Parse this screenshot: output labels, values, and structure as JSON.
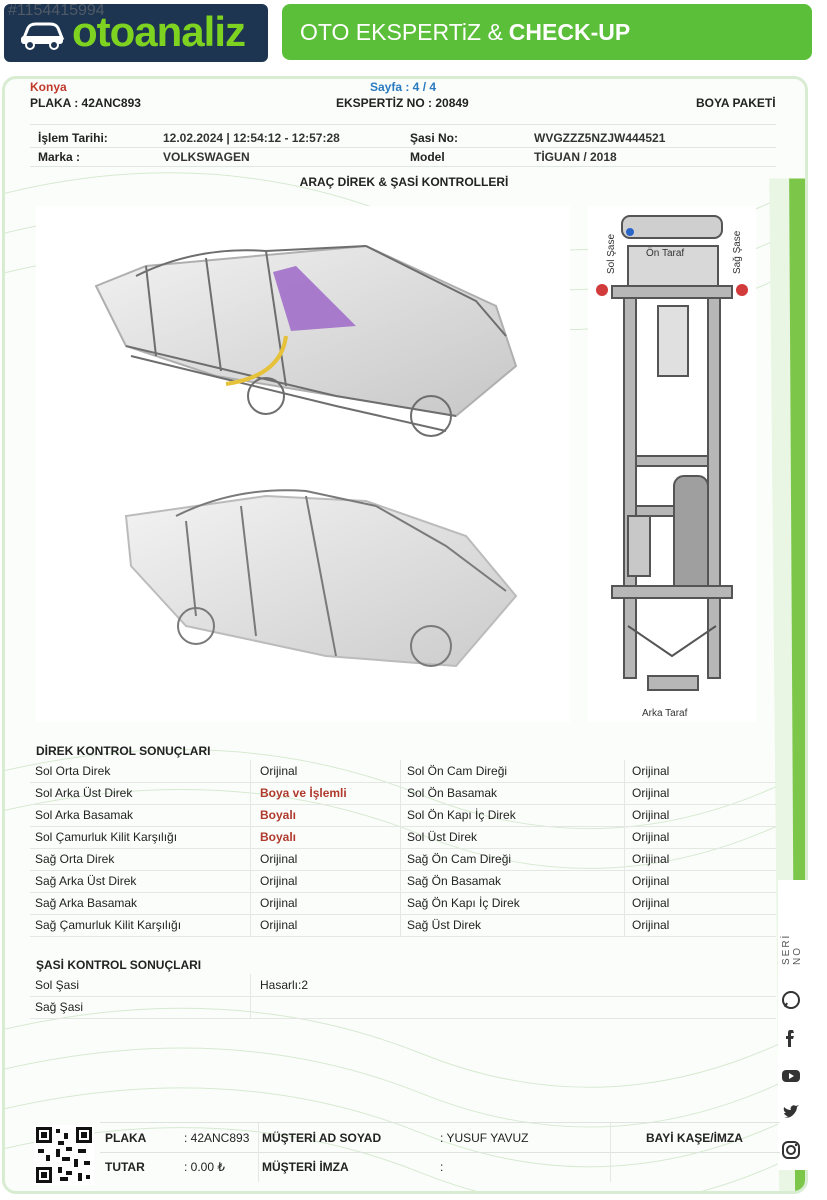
{
  "watermark_id": "#1154415994",
  "brand": {
    "logo_text": "otoanaliz",
    "banner_left": "OTO EKSPERTiZ &",
    "banner_right": "CHECK-UP",
    "color_dark": "#1d3550",
    "color_green": "#5cbf3a"
  },
  "header": {
    "city": "Konya",
    "page": "Sayfa : 4 / 4",
    "plate": "PLAKA : 42ANC893",
    "expertise_no": "EKSPERTİZ NO : 20849",
    "package": "BOYA PAKETİ"
  },
  "info": {
    "date_label": "İşlem Tarihi:",
    "date_value": "12.02.2024 | 12:54:12 - 12:57:28",
    "chassis_label": "Şasi No:",
    "chassis_value": "WVGZZZ5NZJW444521",
    "brand_label": "Marka :",
    "brand_value": "VOLKSWAGEN",
    "model_label": "Model",
    "model_value": "TİGUAN / 2018"
  },
  "section_title": "ARAÇ DİREK & ŞASİ KONTROLLERİ",
  "chassis_diagram": {
    "left_label": "Sol Şase",
    "right_label": "Sağ Şase",
    "front_label": "Ön Taraf",
    "rear_label": "Arka Taraf"
  },
  "pillar_table": {
    "title": "DİREK KONTROL SONUÇLARI",
    "rows": [
      {
        "l_name": "Sol Orta Direk",
        "l_value": "Orijinal",
        "l_flag": false,
        "r_name": "Sol Ön Cam Direği",
        "r_value": "Orijinal"
      },
      {
        "l_name": "Sol Arka Üst Direk",
        "l_value": "Boya ve İşlemli",
        "l_flag": true,
        "r_name": "Sol Ön Basamak",
        "r_value": "Orijinal"
      },
      {
        "l_name": "Sol Arka Basamak",
        "l_value": "Boyalı",
        "l_flag": true,
        "r_name": "Sol Ön Kapı İç Direk",
        "r_value": "Orijinal"
      },
      {
        "l_name": "Sol Çamurluk Kilit Karşılığı",
        "l_value": "Boyalı",
        "l_flag": true,
        "r_name": "Sol Üst Direk",
        "r_value": "Orijinal"
      },
      {
        "l_name": "Sağ Orta Direk",
        "l_value": "Orijinal",
        "l_flag": false,
        "r_name": "Sağ Ön Cam Direği",
        "r_value": "Orijinal"
      },
      {
        "l_name": "Sağ Arka Üst Direk",
        "l_value": "Orijinal",
        "l_flag": false,
        "r_name": "Sağ Ön Basamak",
        "r_value": "Orijinal"
      },
      {
        "l_name": "Sağ Arka Basamak",
        "l_value": "Orijinal",
        "l_flag": false,
        "r_name": "Sağ Ön Kapı İç Direk",
        "r_value": "Orijinal"
      },
      {
        "l_name": "Sağ Çamurluk Kilit Karşılığı",
        "l_value": "Orijinal",
        "l_flag": false,
        "r_name": "Sağ Üst Direk",
        "r_value": "Orijinal"
      }
    ]
  },
  "chassis_table": {
    "title": "ŞASİ KONTROL SONUÇLARI",
    "rows": [
      {
        "name": "Sol Şasi",
        "value": "Hasarlı:2"
      },
      {
        "name": "Sağ Şasi",
        "value": ""
      }
    ]
  },
  "footer": {
    "plate_label": "PLAKA",
    "plate_value": ": 42ANC893",
    "total_label": "TUTAR",
    "total_value": ": 0.00 ₺",
    "customer_label": "MÜŞTERİ AD SOYAD",
    "customer_value": ": YUSUF YAVUZ",
    "signature_label": "MÜŞTERİ İMZA",
    "signature_value": ":",
    "dealer_label": "BAYİ KAŞE/İMZA"
  },
  "side": {
    "seri_label": "SERİ NO",
    "icons": [
      "whatsapp-icon",
      "facebook-icon",
      "youtube-icon",
      "twitter-icon",
      "instagram-icon"
    ]
  }
}
